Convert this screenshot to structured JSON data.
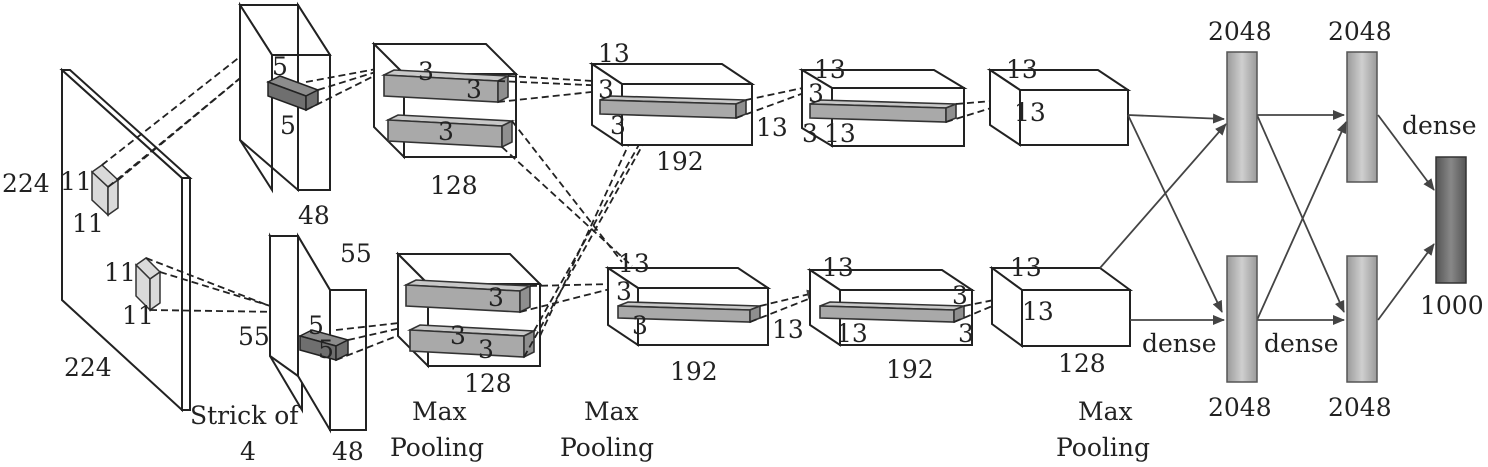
{
  "input": {
    "width": "224",
    "height": "224",
    "kernel_top_a": "11",
    "kernel_top_b": "11",
    "kernel_bot_a": "11",
    "kernel_bot_b": "11",
    "stride": "Strick of",
    "stride_value": "4"
  },
  "conv1": {
    "top_depth": "48",
    "bot_depth": "48",
    "bot_size_a": "55",
    "bot_size_b": "55",
    "kernel_a": "5",
    "kernel_b": "5",
    "kernel_c": "5",
    "kernel_d": "5"
  },
  "conv2": {
    "top_depth": "128",
    "bot_depth": "128",
    "k1": "3",
    "k2": "3",
    "k3": "3",
    "k4": "3",
    "k5": "3",
    "k6": "3",
    "pool_a": "Max",
    "pool_b": "Pooling"
  },
  "conv3": {
    "top_depth": "192",
    "bot_depth": "192",
    "top_13": "13",
    "top_3a": "3",
    "top_3b": "3",
    "top_13b": "13",
    "bot_13": "13",
    "bot_3a": "3",
    "bot_3b": "3",
    "bot_13b": "13",
    "pool_a": "Max",
    "pool_b": "Pooling"
  },
  "conv4": {
    "bot_depth": "192",
    "top_13": "13",
    "top_3a": "3",
    "top_3b": "3",
    "top_13b": "13",
    "bot_13": "13",
    "bot_3a": "3",
    "bot_13b": "13",
    "bot_3b": "3"
  },
  "conv5": {
    "bot_depth": "128",
    "top_13a": "13",
    "top_13b": "13",
    "bot_13a": "13",
    "bot_13b": "13",
    "pool_a": "Max",
    "pool_b": "Pooling"
  },
  "dense": {
    "fc6_top": "2048",
    "fc6_bot": "2048",
    "fc7_top": "2048",
    "fc7_bot": "2048",
    "label_a": "dense",
    "label_b": "dense",
    "label_c": "dense",
    "output": "1000"
  }
}
